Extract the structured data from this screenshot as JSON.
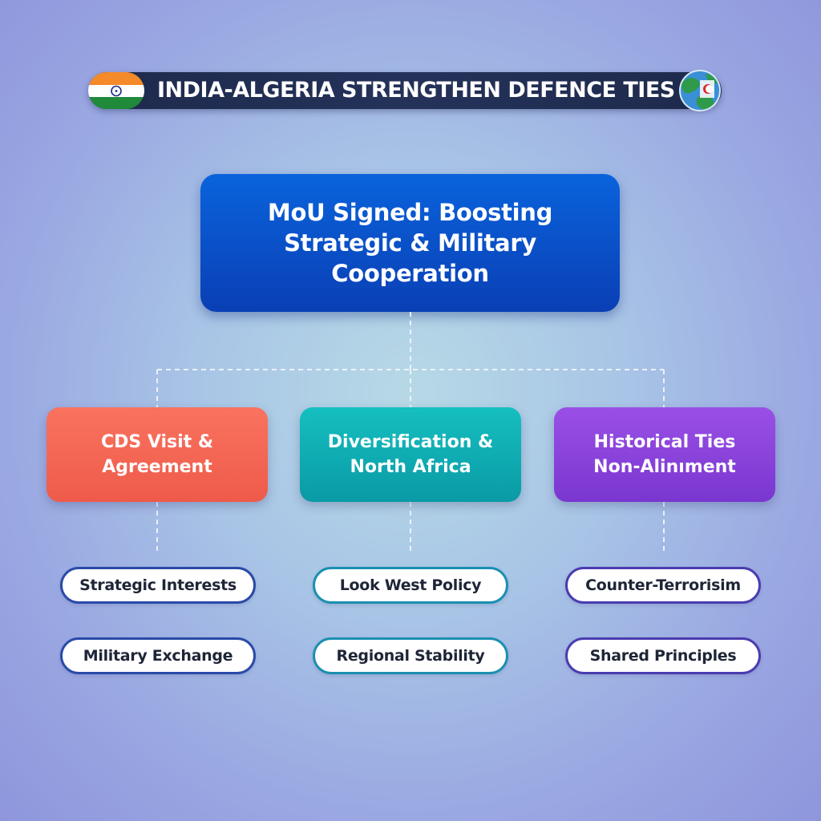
{
  "banner": {
    "title": "INDIA-ALGERIA STRENGTHEN DEFENCE TIES"
  },
  "main_box": {
    "text": "MoU Signed: Boosting Strategic & Military Cooperation"
  },
  "categories": [
    {
      "title": "CDS Visit & Agreement",
      "items": [
        "Strategic Interests",
        "Military Exchange"
      ]
    },
    {
      "title": "Diversification & North Africa",
      "items": [
        "Look West Policy",
        "Regional Stability"
      ]
    },
    {
      "title": "Historical Ties Non-Alinıment",
      "items": [
        "Counter-Terrorisim",
        "Shared Principles"
      ]
    }
  ],
  "colors": {
    "background": "#a9c6e6",
    "banner": "#1e2a4c",
    "main_box": "#0a4fc8",
    "category_1": "#f4664f",
    "category_2": "#0fafb5",
    "category_3": "#8a43dc"
  }
}
